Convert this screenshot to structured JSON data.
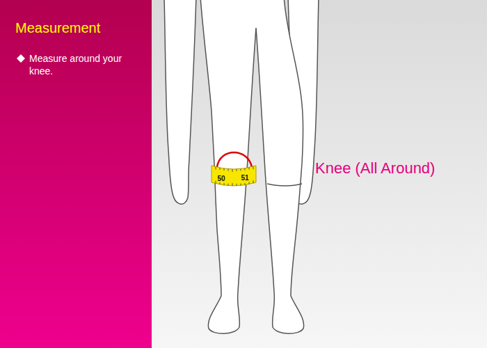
{
  "diagram": {
    "title": "Measurement",
    "labels": [
      "Measure around your knee.",
      "Knee (All Around)",
      "50",
      "51"
    ]
  }
}
